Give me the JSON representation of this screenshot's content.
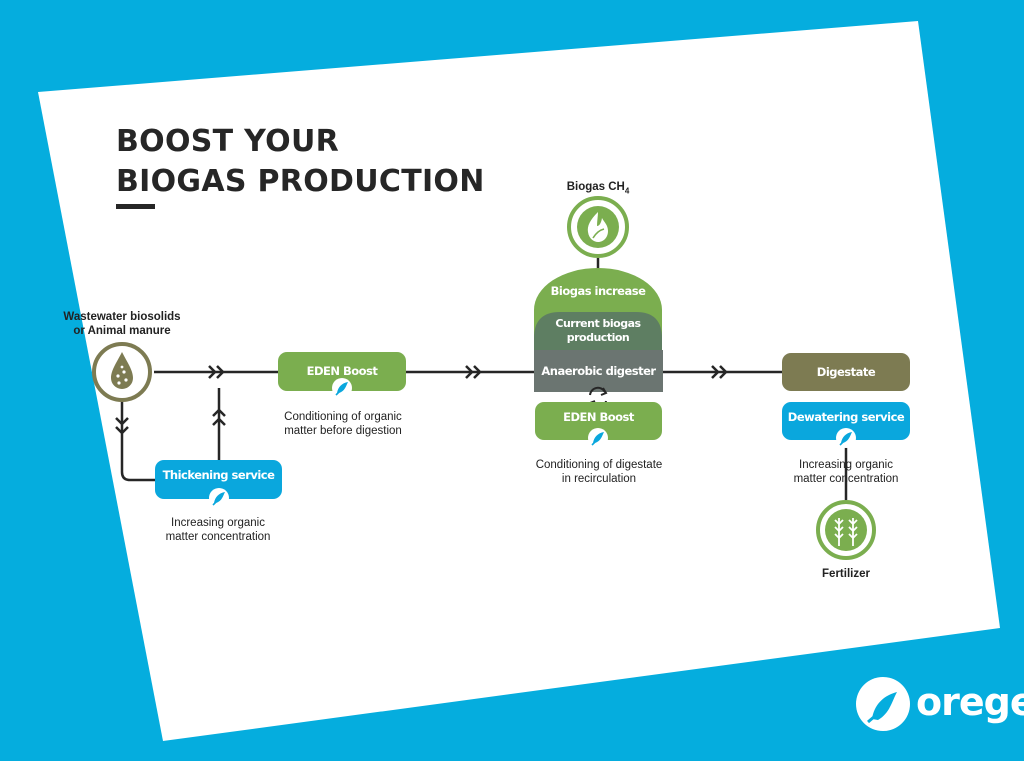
{
  "title": {
    "line1": "BOOST YOUR",
    "line2": "BIOGAS PRODUCTION"
  },
  "source": {
    "label_line1": "Wastewater biosolids",
    "label_line2": "or Animal manure"
  },
  "thickening": {
    "label": "Thickening service",
    "desc_line1": "Increasing organic",
    "desc_line2": "matter concentration"
  },
  "eden_boost_1": {
    "label": "EDEN Boost",
    "desc_line1": "Conditioning of organic",
    "desc_line2": "matter before digestion"
  },
  "biogas": {
    "label": "Biogas CH",
    "subscript": "4",
    "icon": "flame-leaf-icon"
  },
  "digester": {
    "increase_label": "Biogas increase",
    "current_label_line1": "Current biogas",
    "current_label_line2": "production",
    "digester_label": "Anaerobic digester",
    "recirculation_icon": "recirculation-arrows-icon"
  },
  "eden_boost_2": {
    "label": "EDEN Boost",
    "desc_line1": "Conditioning of digestate",
    "desc_line2": "in recirculation"
  },
  "digestate": {
    "label": "Digestate"
  },
  "dewatering": {
    "label": "Dewatering service",
    "desc_line1": "Increasing organic",
    "desc_line2": "matter concentration"
  },
  "fertilizer": {
    "label": "Fertilizer",
    "icon": "wheat-icon"
  },
  "brand": {
    "name": "orege"
  },
  "colors": {
    "background": "#05ADDE",
    "card": "#FFFFFF",
    "green": "#7BAE4F",
    "blue": "#0AA7DD",
    "olive": "#7D7B52",
    "gray": "#6B7571",
    "dark_green": "#5E7E62",
    "text": "#222222"
  }
}
